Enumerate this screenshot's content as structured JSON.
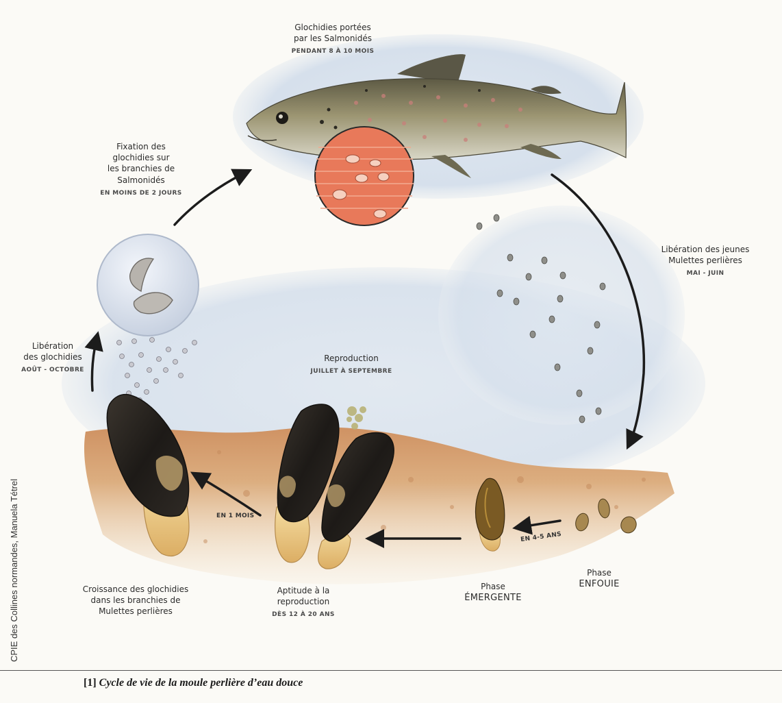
{
  "figure": {
    "stages": {
      "fish": {
        "title_lines": [
          "Glochidies portées",
          "par les Salmonidés"
        ],
        "sub": "PENDANT 8 À 10 MOIS"
      },
      "fixation": {
        "title_lines": [
          "Fixation des",
          "glochidies sur",
          "les branchies de",
          "Salmonidés"
        ],
        "sub": "EN MOINS DE 2 JOURS"
      },
      "liberation_jeunes": {
        "title_lines": [
          "Libération des jeunes",
          "Mulettes perlières"
        ],
        "sub": "MAI - JUIN"
      },
      "liberation_glochidies": {
        "title_lines": [
          "Libération",
          "des glochidies"
        ],
        "sub": "AOÛT - OCTOBRE"
      },
      "reproduction": {
        "title": "Reproduction",
        "sub": "JUILLET À SEPTEMBRE"
      },
      "croissance": {
        "title_lines": [
          "Croissance des glochidies",
          "dans les branchies de",
          "Mulettes perlières"
        ]
      },
      "aptitude": {
        "title_lines": [
          "Aptitude à la",
          "reproduction"
        ],
        "sub": "DÈS 12 À 20 ANS"
      },
      "emergente": {
        "word": "Phase",
        "name": "ÉMERGENTE"
      },
      "enfouie": {
        "word": "Phase",
        "name": "ENFOUIE"
      }
    },
    "arrow_labels": {
      "one_month": "EN 1 MOIS",
      "four_five_years": "EN 4-5 ANS"
    },
    "credit": "CPIE des Collines normandes, Manuela Tétrel",
    "caption": {
      "number": "[1]",
      "text": "Cycle de vie de la moule perlière d’eau douce"
    }
  },
  "colors": {
    "water": "#d9e3ee",
    "sediment": "#d9a774",
    "mussel_shell": "#2a2622",
    "mussel_foot": "#e9c98a",
    "gill_disc": "#e8795a",
    "fish_body": "#8d8660",
    "arrow": "#1c1c1c"
  }
}
